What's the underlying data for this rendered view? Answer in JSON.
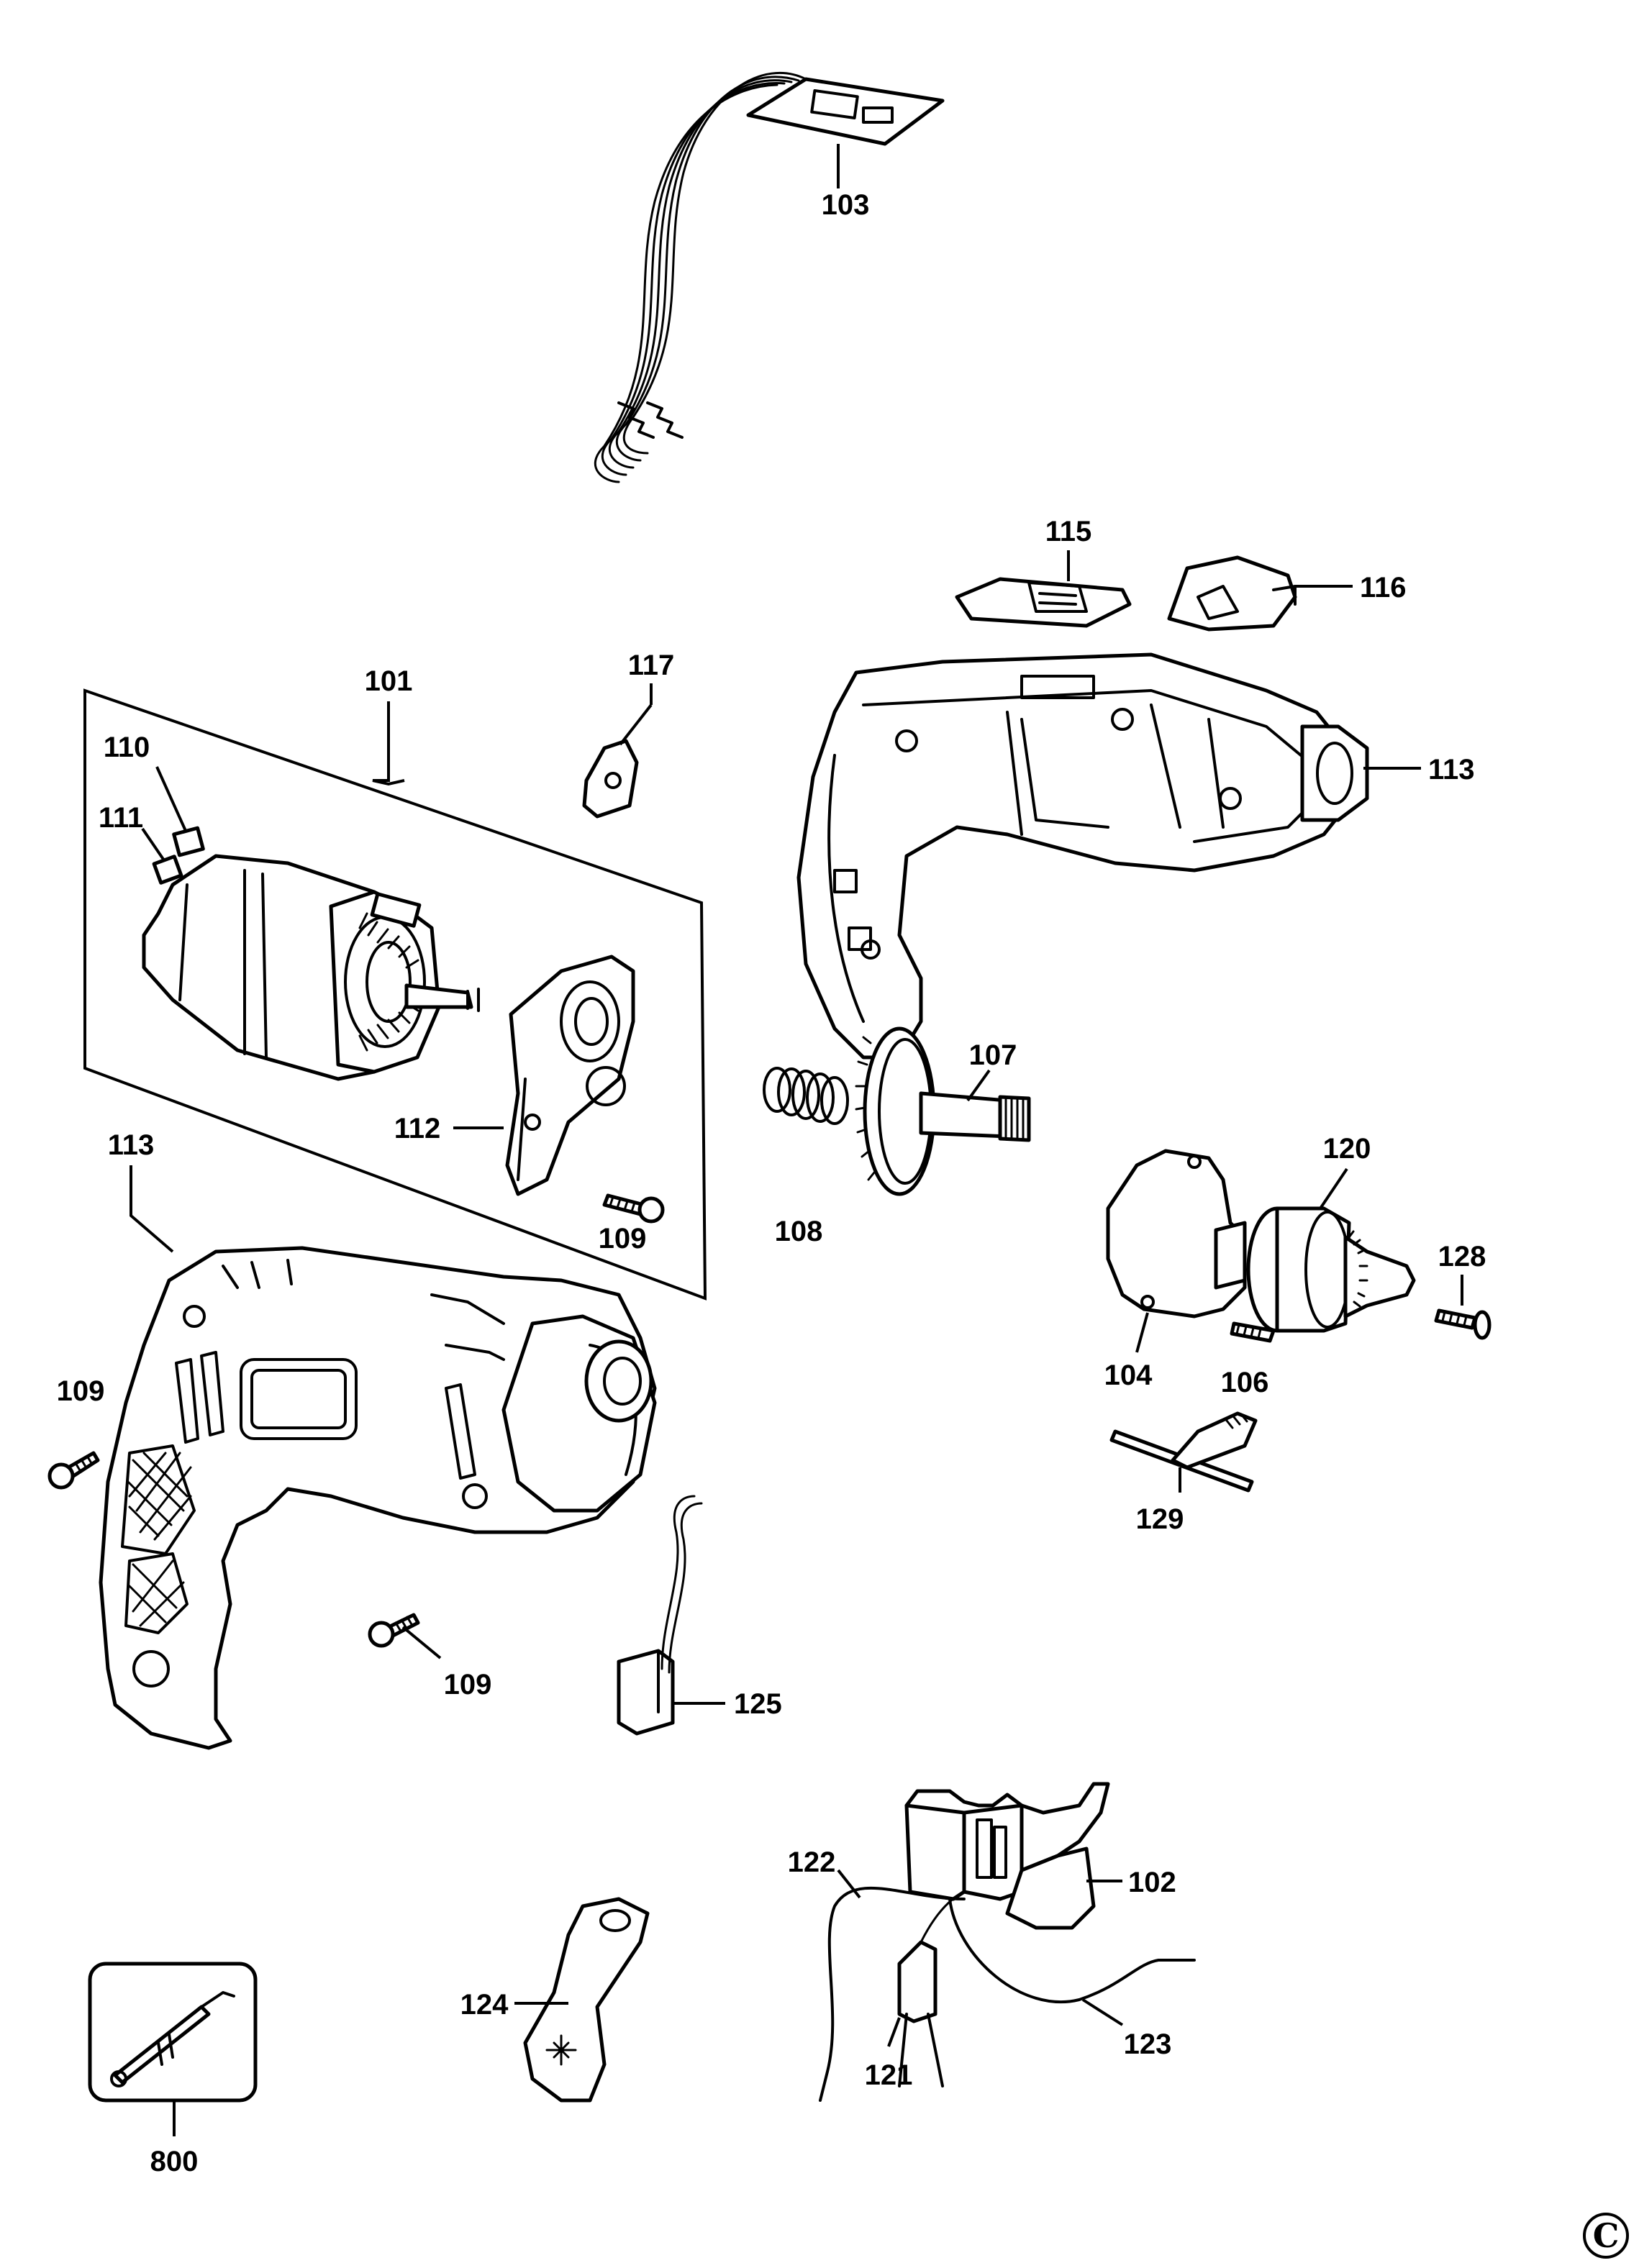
{
  "labels": {
    "p101": "101",
    "p102": "102",
    "p103": "103",
    "p104": "104",
    "p106": "106",
    "p107": "107",
    "p108": "108",
    "p109a": "109",
    "p109b": "109",
    "p109c": "109",
    "p110": "110",
    "p111": "111",
    "p112": "112",
    "p113a": "113",
    "p113b": "113",
    "p115": "115",
    "p116": "116",
    "p117": "117",
    "p120": "120",
    "p121": "121",
    "p122": "122",
    "p123": "123",
    "p124": "124",
    "p125": "125",
    "p128": "128",
    "p129": "129",
    "p800": "800"
  },
  "copyright": "C"
}
